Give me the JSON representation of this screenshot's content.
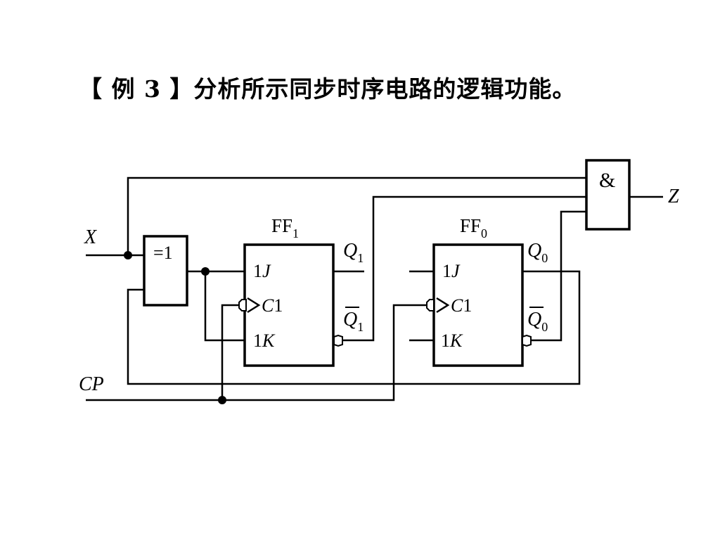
{
  "title": "【 例 3 】分析所示同步时序电路的逻辑功能。",
  "circuit": {
    "xor_gate": {
      "label": "=1"
    },
    "and_gate": {
      "label": "&"
    },
    "ff1": {
      "name": "FF",
      "sub": "1",
      "j": "1",
      "j_it": "J",
      "c": "C",
      "c_num": "1",
      "k": "1",
      "k_it": "K",
      "q": "Q",
      "q_sub": "1",
      "qbar": "Q",
      "qbar_sub": "1"
    },
    "ff0": {
      "name": "FF",
      "sub": "0",
      "j": "1",
      "j_it": "J",
      "c": "C",
      "c_num": "1",
      "k": "1",
      "k_it": "K",
      "q": "Q",
      "q_sub": "0",
      "qbar": "Q",
      "qbar_sub": "0"
    },
    "inputs": {
      "x": "X",
      "cp": "CP"
    },
    "output": {
      "z": "Z"
    }
  }
}
